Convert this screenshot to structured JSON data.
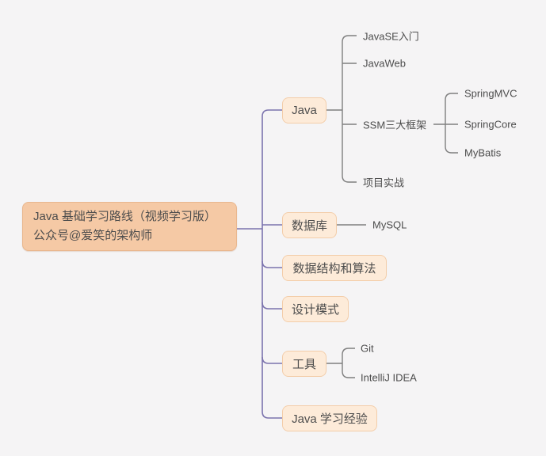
{
  "root": {
    "line1": "Java 基础学习路线（视频学习版）",
    "line2": "公众号@爱笑的架构师"
  },
  "branches": [
    {
      "label": "Java",
      "children": [
        {
          "label": "JavaSE入门"
        },
        {
          "label": "JavaWeb"
        },
        {
          "label": "SSM三大框架",
          "children": [
            {
              "label": "SpringMVC"
            },
            {
              "label": "SpringCore"
            },
            {
              "label": "MyBatis"
            }
          ]
        },
        {
          "label": "项目实战"
        }
      ]
    },
    {
      "label": "数据库",
      "children": [
        {
          "label": "MySQL"
        }
      ]
    },
    {
      "label": "数据结构和算法"
    },
    {
      "label": "设计模式"
    },
    {
      "label": "工具",
      "children": [
        {
          "label": "Git"
        },
        {
          "label": "IntelliJ IDEA"
        }
      ]
    },
    {
      "label": "Java 学习经验"
    }
  ],
  "colors": {
    "background": "#f5f4f5",
    "root_fill": "#f5c9a5",
    "root_border": "#e9b78e",
    "branch_fill": "#fdebd9",
    "branch_border": "#f3cda9",
    "branch_line": "#7b73ad",
    "leaf_line": "#7f7f7f",
    "text": "#4d4d4d"
  }
}
